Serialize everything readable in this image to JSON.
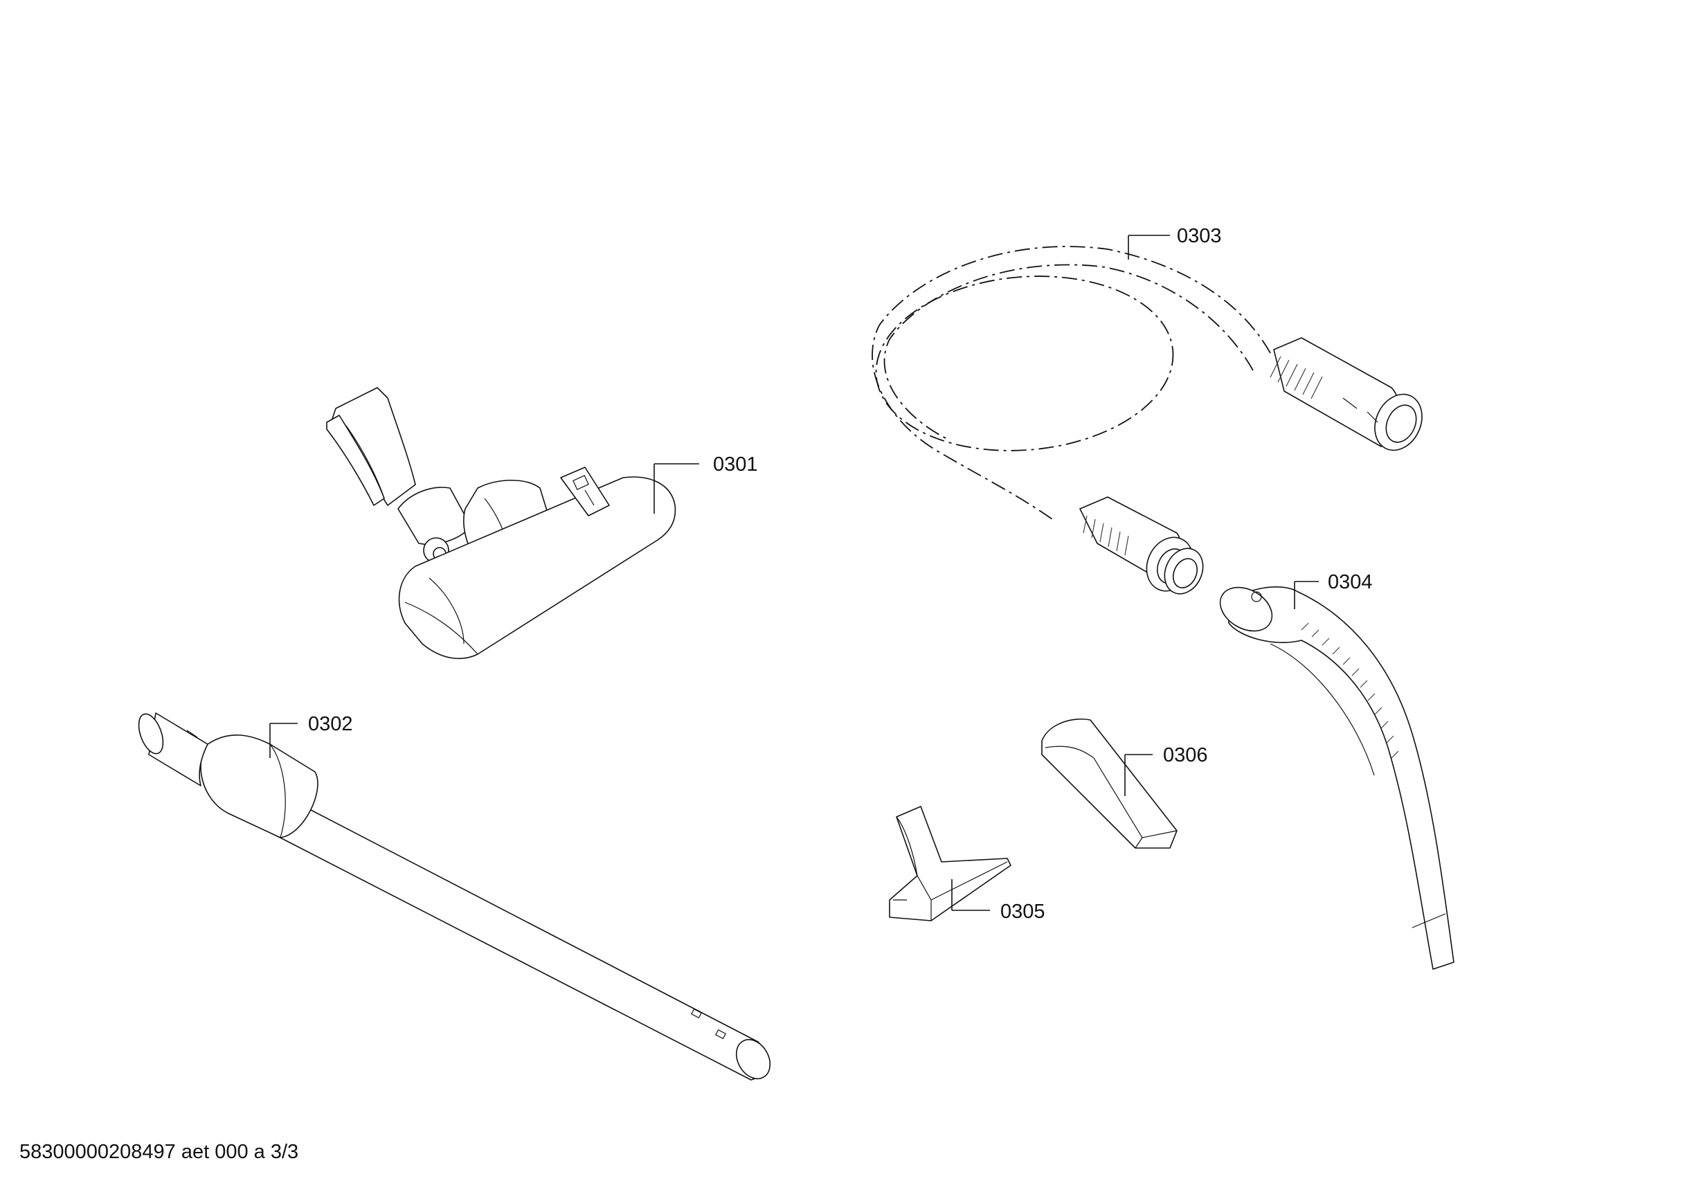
{
  "parts": [
    {
      "id": "0301"
    },
    {
      "id": "0302"
    },
    {
      "id": "0303"
    },
    {
      "id": "0304"
    },
    {
      "id": "0305"
    },
    {
      "id": "0306"
    }
  ],
  "footer": {
    "text": "58300000208497 aet 000 a 3/3"
  }
}
